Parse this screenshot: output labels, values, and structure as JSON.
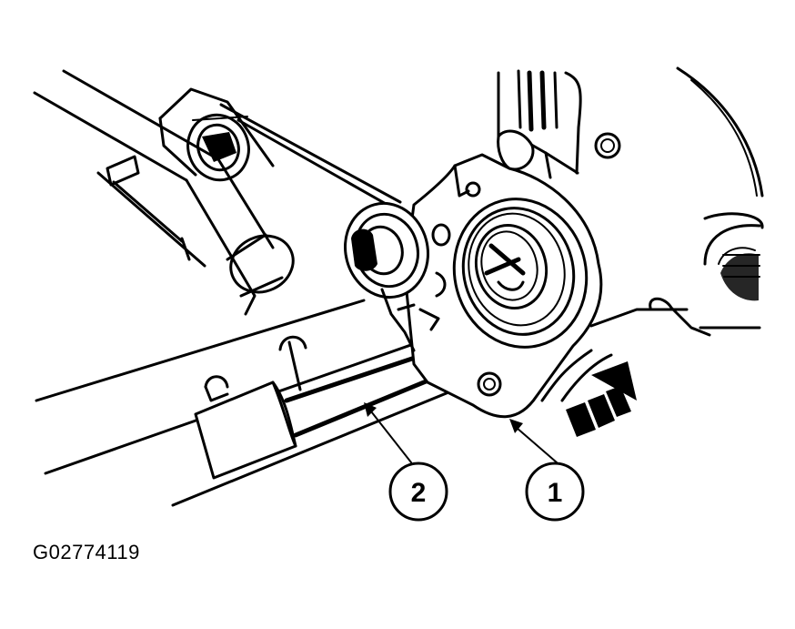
{
  "callouts": [
    {
      "id": "callout-1",
      "label": "1"
    },
    {
      "id": "callout-2",
      "label": "2"
    }
  ],
  "figure_id": "G02774119",
  "colors": {
    "ink": "#000000",
    "paper": "#ffffff"
  }
}
